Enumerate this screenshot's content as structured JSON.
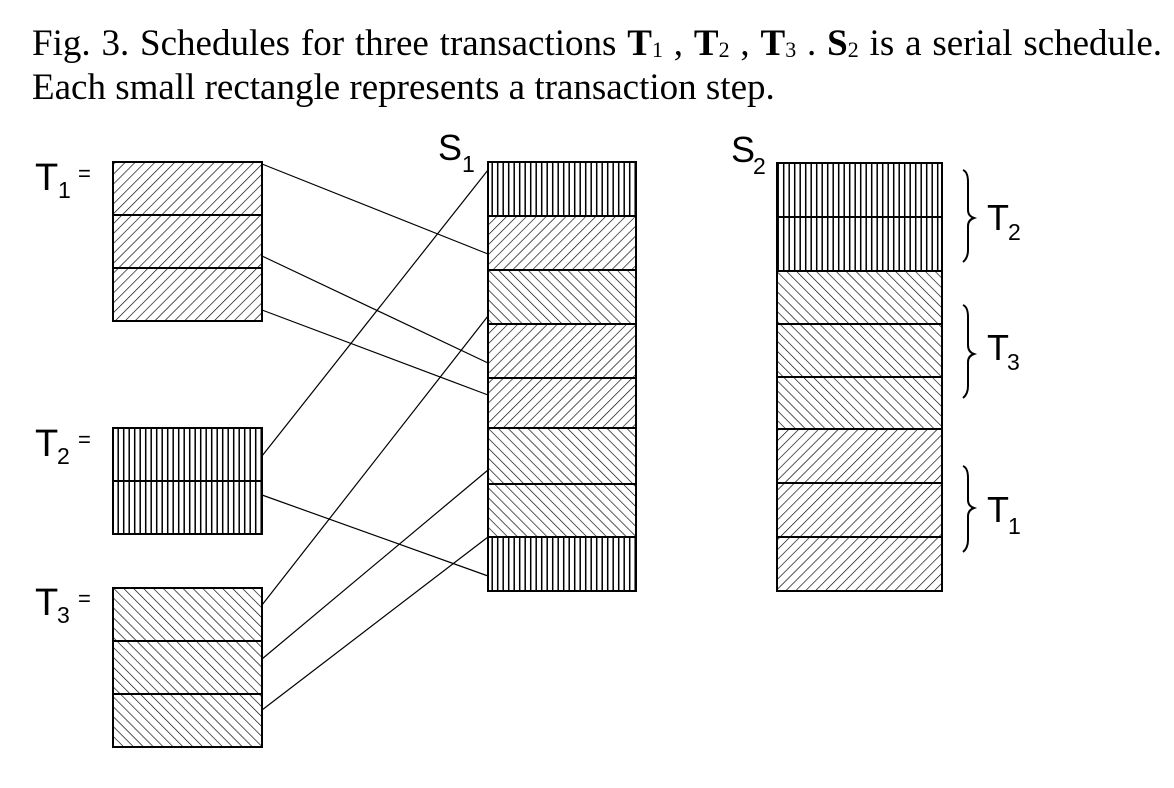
{
  "caption": {
    "p1": "Fig. 3. Schedules for three transactions ",
    "t1": "T",
    "t1_sub": "1",
    "sep1": " , ",
    "t2": "T",
    "t2_sub": "2",
    "sep2": " , ",
    "t3": "T",
    "t3_sub": "3",
    "sep3": " . ",
    "s2": "S",
    "s2_sub": "2",
    "p2": " is a serial schedule. Each small rectangle represents a transaction step."
  },
  "labels": {
    "t1_main": "T",
    "t1_sub": "1",
    "t1_eq": "=",
    "t2_main": "T",
    "t2_sub": "2",
    "t2_eq": "=",
    "t3_main": "T",
    "t3_sub": "3",
    "t3_eq": "=",
    "s1_main": "S",
    "s1_sub": "1",
    "s2_main": "S",
    "s2_sub": "2",
    "s2_t2_main": "T",
    "s2_t2_sub": "2",
    "s2_t3_main": "T",
    "s2_t3_sub": "3",
    "s2_t1_main": "T",
    "s2_t1_sub": "1"
  },
  "transactions": [
    {
      "name": "T1",
      "steps": 3,
      "pattern": "forward-diagonal-hatch"
    },
    {
      "name": "T2",
      "steps": 2,
      "pattern": "vertical-hatch"
    },
    {
      "name": "T3",
      "steps": 3,
      "pattern": "backward-diagonal-hatch"
    }
  ],
  "schedules": [
    {
      "name": "S1",
      "serial": false,
      "steps": [
        "T2",
        "T1",
        "T3",
        "T1",
        "T1",
        "T3",
        "T3",
        "T2"
      ]
    },
    {
      "name": "S2",
      "serial": true,
      "steps": [
        "T2",
        "T2",
        "T3",
        "T3",
        "T3",
        "T1",
        "T1",
        "T1"
      ]
    }
  ]
}
